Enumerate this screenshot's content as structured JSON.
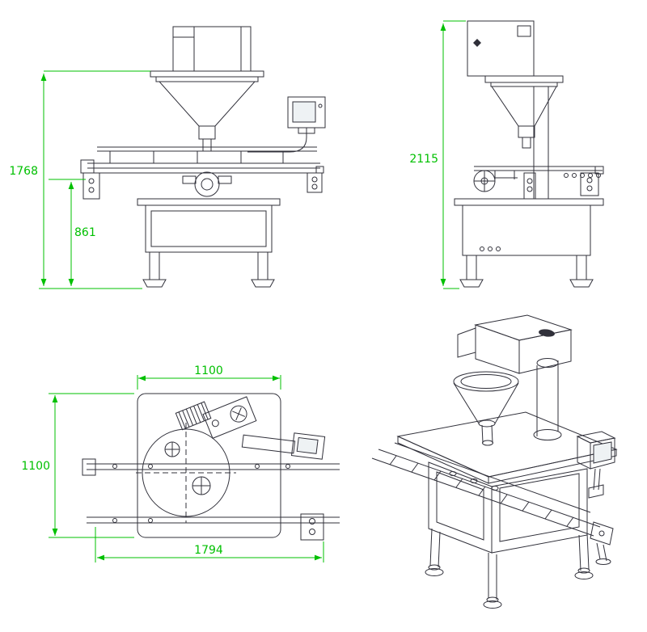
{
  "dimensions": {
    "front_view": {
      "total_height": "1768",
      "working_height": "861"
    },
    "side_view": {
      "total_height": "2115"
    },
    "top_view": {
      "frame_width": "1100",
      "frame_depth": "1100",
      "conveyor_length": "1794"
    }
  },
  "colors": {
    "dimension_lines": "#00c000",
    "drawing_lines": "#30303a",
    "background": "#ffffff"
  }
}
